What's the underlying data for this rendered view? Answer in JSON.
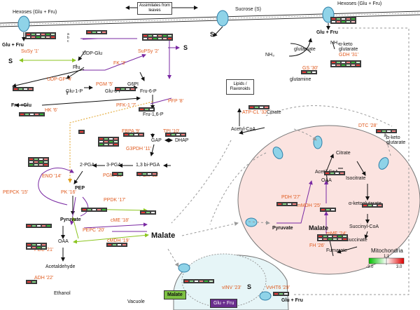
{
  "top": {
    "assimilates": "Assimilates from leaves",
    "sucrose": "Sucrose (S)",
    "hexoses_left": "Hexoses (Glu + Fru)",
    "hexoses_right": "Hexoses (Glu + Fru)",
    "s_mid": "S",
    "glu_fru_top": "Glu + Fru"
  },
  "metabolites": {
    "glu_fru_1": "Glu + Fru",
    "udp_glu": "UDP-Glu",
    "fru": "Fru",
    "s_left": "S",
    "s_right": "S",
    "glu1p": "Glu-1-P",
    "glu6p": "Glu-6-P",
    "g6pi": "G6PI",
    "fru6p": "Fru-6-P",
    "fru_glu": "Fru +Glu",
    "fru16p": "Fru-1,6-P",
    "gap": "GAP",
    "dhap": "DHAP",
    "pga2": "2-PGA",
    "pga3": "3-PGA",
    "bipga": "1,3 bi-PGA",
    "pep": "PEP",
    "pyruvate": "Pyruvate",
    "oaa": "OAA",
    "acetaldehyde": "Acetaldehyde",
    "ethanol": "Ethanol",
    "malate_big": "Malate",
    "vacuole": "Vacuole",
    "malate_vac": "Malate",
    "glu_fru_vac": "Glu + Fru",
    "s_vac": "S",
    "glu_fru_vac_out": "Glu + Fru",
    "nh3_a": "NH₃",
    "nh3_b": "NH₃",
    "glutamate": "glutamate",
    "aketo": "α-keto glutarate",
    "glutamine": "glutamine",
    "lipids": "Lipids / Flavonoids",
    "citrate_cyto": "Citrate",
    "acetylcoa_cyto": "Acetyl-CoA",
    "aketo_mito": "α-keto glutarate",
    "citrate_m": "Citrate",
    "acetilcoa_m": "Acetil-CoA",
    "oaa_m": "OAA",
    "isocitrate": "Isocitrate",
    "aketoglutarate": "α-ketoglutarate",
    "pyruvate_m": "Pyruvate",
    "malate_m": "Malate",
    "succinylcoa": "Succinyl-CoA",
    "succinate": "Succinate",
    "fumarate": "Fumarate",
    "mitochondria": "Mitochondria"
  },
  "enzymes": {
    "susy": "SuSy '1'",
    "supsy": "SuPSy '2'",
    "fk": "FK '3'",
    "udpgp": "UDP-GP '4'",
    "pgm5": "PGM '5'",
    "hk": "HK '6'",
    "pfk": "PFK-1 '7'",
    "pfp": "PFP '8'",
    "fbpa": "FBPA '9'",
    "tpi": "TPI '10'",
    "g3pdh": "G3PDH '11'",
    "pgk": "PGK '12'",
    "pgm13": "PGM '13'",
    "eno": "ENO '14'",
    "pepck": "PEPCK '15'",
    "pk": "PK '16'",
    "ppdk": "PPDK '17'",
    "cme": "cME '18'",
    "cmdh": "cMDH '19'",
    "pepc": "PEPC '20'",
    "pdc": "PDC '21'",
    "adh": "ADH '22'",
    "vinv": "vINV '23'",
    "mme": "mME '24'",
    "mmdh": "mMDH '25'",
    "fh": "FH '26'",
    "pdh": "PDH '27'",
    "dtc": "DTC '28'",
    "vvht6": "VvHT6 '29'",
    "gs": "GS '30'",
    "gdh": "GDH '31'",
    "atpcl": "ATP-CL '32'"
  },
  "legend": {
    "low": "-3.0",
    "mid": "1:1",
    "high": "3.0"
  },
  "row_labels": [
    "a",
    "b",
    "c"
  ],
  "colors": {
    "enzyme": "#e05a1e",
    "membrane": "#2f7fa8",
    "mito_fill": "#fbe3e0",
    "vacuole_fill": "#e6f5f7",
    "up": "#e53935",
    "down": "#35b335"
  }
}
